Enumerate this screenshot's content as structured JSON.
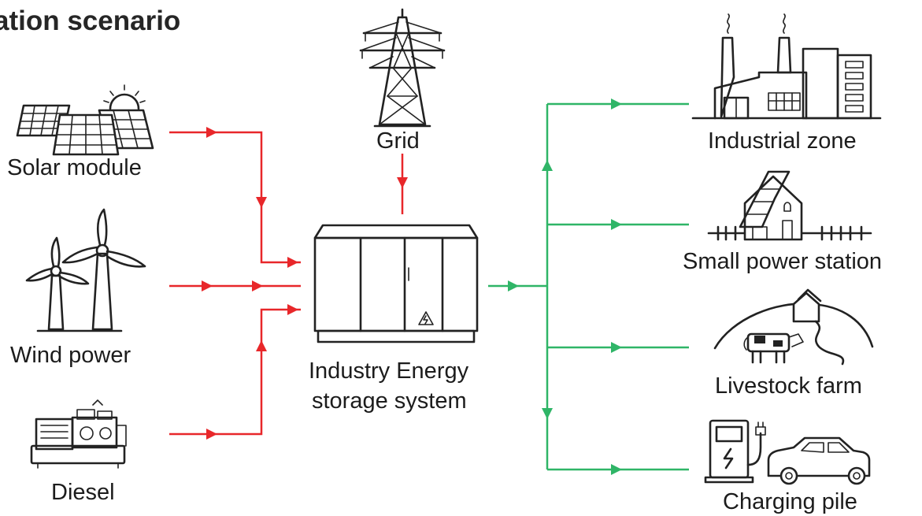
{
  "title": "ation scenario",
  "sources": {
    "solar": "Solar module",
    "wind": "Wind power",
    "diesel": "Diesel",
    "grid": "Grid"
  },
  "center": {
    "line1": "Industry Energy",
    "line2": "storage system"
  },
  "loads": {
    "industrial": "Industrial zone",
    "small_station": "Small power station",
    "livestock": "Livestock farm",
    "charging": "Charging pile"
  },
  "colors": {
    "input_flow": "#e8272a",
    "output_flow": "#2fb567",
    "icon_stroke": "#222222"
  },
  "icons": [
    "solar-panel-icon",
    "wind-turbine-icon",
    "diesel-generator-icon",
    "transmission-tower-icon",
    "energy-storage-cabinet-icon",
    "factory-icon",
    "small-house-icon",
    "livestock-farm-icon",
    "charging-pile-icon"
  ]
}
